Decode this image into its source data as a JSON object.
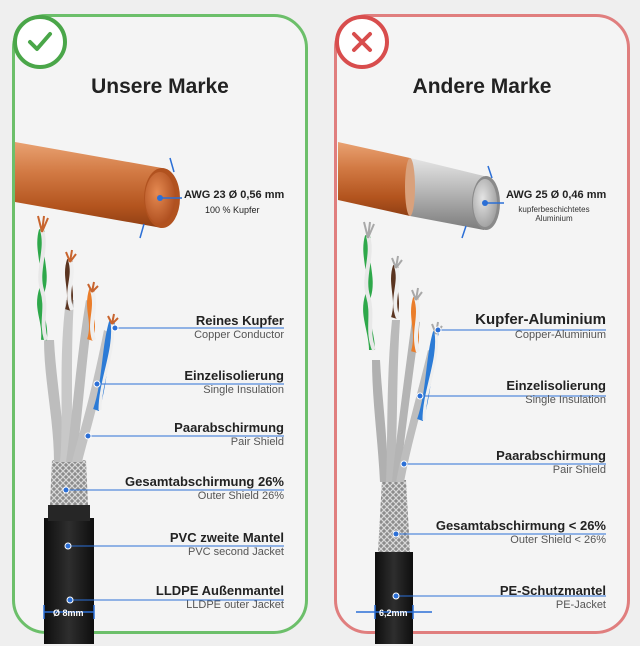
{
  "left": {
    "title": "Unsere Marke",
    "badge_icon": "check-icon",
    "wire_spec": "AWG 23 Ø 0,56 mm",
    "wire_material": "100 % Kupfer",
    "diameter": "Ø 8mm",
    "labels": [
      {
        "title": "Reines Kupfer",
        "sub": "Copper Conductor"
      },
      {
        "title": "Einzelisolierung",
        "sub": "Single Insulation"
      },
      {
        "title": "Paarabschirmung",
        "sub": "Pair Shield"
      },
      {
        "title": "Gesamtabschirmung 26%",
        "sub": "Outer Shield 26%"
      },
      {
        "title": "PVC zweite Mantel",
        "sub": "PVC second Jacket"
      },
      {
        "title": "LLDPE Außenmantel",
        "sub": "LLDPE outer Jacket"
      }
    ]
  },
  "right": {
    "title": "Andere Marke",
    "badge_icon": "cross-icon",
    "wire_spec": "AWG 25 Ø 0,46 mm",
    "wire_material_line1": "kupferbeschichtetes",
    "wire_material_line2": "Aluminium",
    "diameter": "6,2mm",
    "labels": [
      {
        "title": "Kupfer-Aluminium",
        "sub": "Copper-Aluminium"
      },
      {
        "title": "Einzelisolierung",
        "sub": "Single Insulation"
      },
      {
        "title": "Paarabschirmung",
        "sub": "Pair Shield"
      },
      {
        "title": "Gesamtabschirmung < 26%",
        "sub": "Outer Shield < 26%"
      },
      {
        "title": "PE-Schutzmantel",
        "sub": "PE-Jacket"
      }
    ]
  },
  "colors": {
    "good": "#4aa649",
    "bad": "#d84d4d",
    "copper": "#c8642e",
    "aluminium": "#b8b8b8",
    "callout": "#2b6fd6",
    "jacket": "#1c1c1c"
  }
}
